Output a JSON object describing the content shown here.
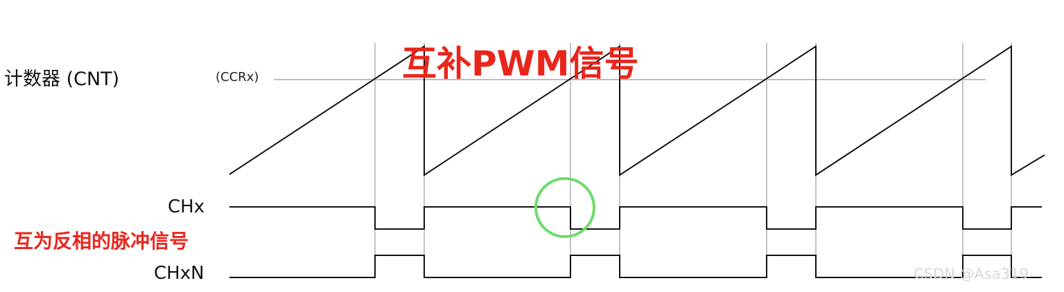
{
  "labels": {
    "counter": "计数器 (CNT)",
    "ccr": "(CCRx)",
    "chx": "CHx",
    "chxn": "CHxN"
  },
  "annotations": {
    "title": "互补PWM信号",
    "note": "互为反相的脉冲信号"
  },
  "watermark": "CSDN @Asa319",
  "colors": {
    "line": "#111111",
    "guide": "#bdbdbd",
    "annotation": "#e8261c",
    "highlight_circle": "#6bdc6b"
  },
  "highlight": {
    "shape": "circle",
    "marks": "CHx falling edge at the second CCRx match"
  }
}
